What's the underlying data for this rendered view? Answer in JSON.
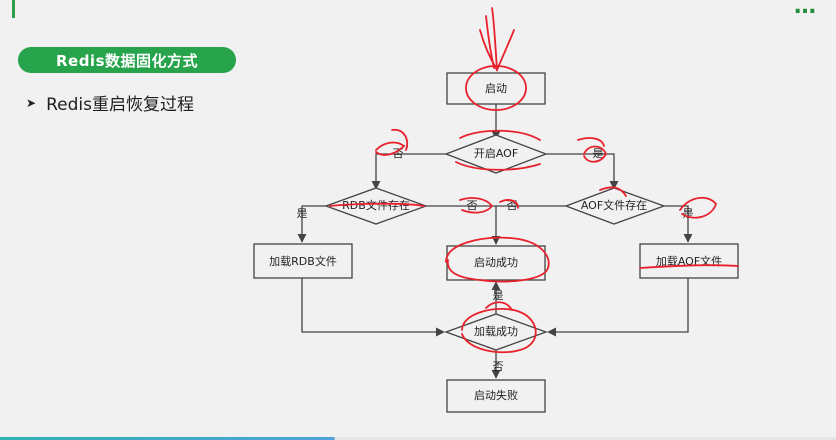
{
  "header": {
    "faded_title": "",
    "brand_fragment": "…"
  },
  "section": {
    "pill_label": "Redis数据固化方式",
    "bullet_text": "Redis重启恢复过程"
  },
  "flowchart": {
    "nodes": {
      "start": "启动",
      "check_aof_enabled": "开启AOF",
      "rdb_exists": "RDB文件存在",
      "aof_exists": "AOF文件存在",
      "load_rdb": "加载RDB文件",
      "start_success": "启动成功",
      "load_aof": "加载AOF文件",
      "load_success": "加载成功",
      "start_fail": "启动失败"
    },
    "edge_labels": {
      "aof_no": "否",
      "aof_yes": "是",
      "rdb_yes": "是",
      "rdb_no": "否",
      "aof_exists_no": "否",
      "aof_exists_yes": "是",
      "load_yes": "是",
      "load_no": "否"
    },
    "colors": {
      "stroke": "#444444",
      "annotation": "#e8212b",
      "fill": "#f1f1f1"
    }
  }
}
